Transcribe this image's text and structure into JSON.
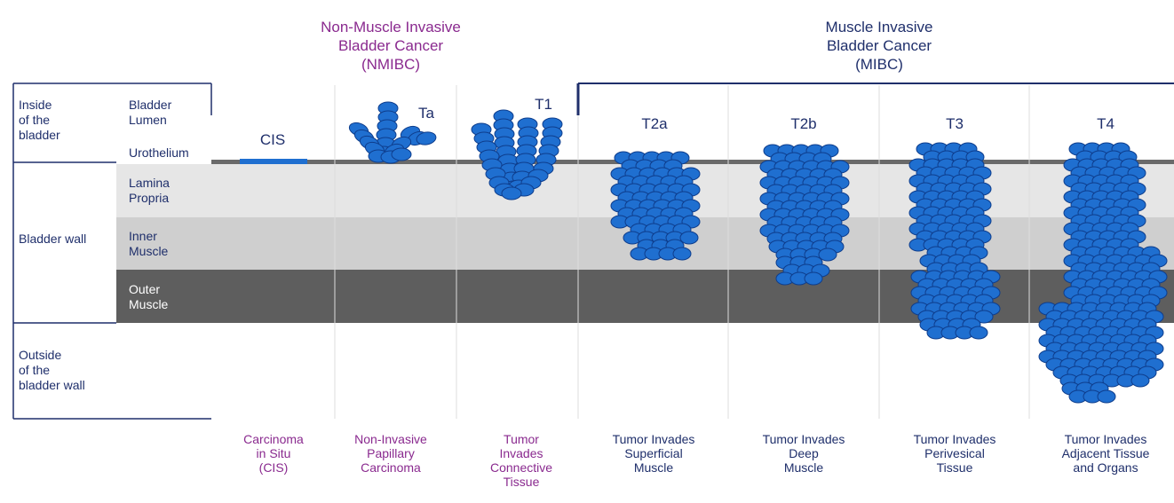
{
  "colors": {
    "navy": "#1f2f6b",
    "purple": "#8a2a8f",
    "tumor_blue": "#1f6fd0",
    "tumor_outline": "#0e3d8c",
    "lamina_band": "#e6e6e6",
    "inner_muscle_band": "#cfcfcf",
    "outer_muscle_band": "#5e5e5e",
    "urothelium_line": "#6a6a6a"
  },
  "headers": {
    "nmibc": {
      "line1": "Non-Muscle Invasive",
      "line2": "Bladder Cancer",
      "line3": "(NMIBC)"
    },
    "mibc": {
      "line1": "Muscle Invasive",
      "line2": "Bladder Cancer",
      "line3": "(MIBC)"
    }
  },
  "regions": {
    "inside": {
      "line1": "Inside",
      "line2": "of the",
      "line3": "bladder"
    },
    "wall": "Bladder wall",
    "outside": {
      "line1": "Outside",
      "line2": "of the",
      "line3": "bladder wall"
    }
  },
  "layers": {
    "lumen": {
      "line1": "Bladder",
      "line2": "Lumen"
    },
    "urothelium": "Urothelium",
    "lamina": {
      "line1": "Lamina",
      "line2": "Propria"
    },
    "inner": {
      "line1": "Inner",
      "line2": "Muscle"
    },
    "outer": {
      "line1": "Outer",
      "line2": "Muscle"
    }
  },
  "stages": [
    {
      "label": "CIS",
      "desc": [
        "Carcinoma",
        "in Situ",
        "(CIS)"
      ],
      "group": "nmibc"
    },
    {
      "label": "Ta",
      "desc": [
        "Non-Invasive",
        "Papillary",
        "Carcinoma"
      ],
      "group": "nmibc"
    },
    {
      "label": "T1",
      "desc": [
        "Tumor",
        "Invades",
        "Connective",
        "Tissue"
      ],
      "group": "nmibc"
    },
    {
      "label": "T2a",
      "desc": [
        "Tumor Invades",
        "Superficial",
        "Muscle"
      ],
      "group": "mibc"
    },
    {
      "label": "T2b",
      "desc": [
        "Tumor Invades",
        "Deep",
        "Muscle"
      ],
      "group": "mibc"
    },
    {
      "label": "T3",
      "desc": [
        "Tumor Invades",
        "Perivesical",
        "Tissue"
      ],
      "group": "mibc"
    },
    {
      "label": "T4",
      "desc": [
        "Tumor Invades",
        "Adjacent Tissue",
        "and Organs"
      ],
      "group": "mibc"
    }
  ]
}
